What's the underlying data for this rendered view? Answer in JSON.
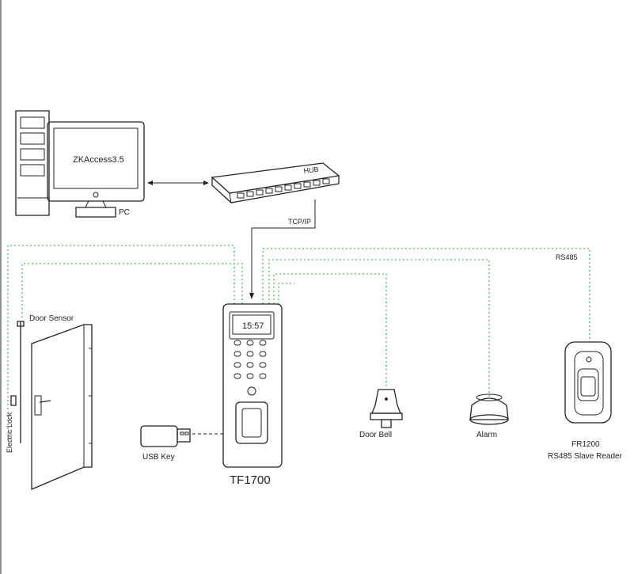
{
  "labels": {
    "pc_screen": "ZKAccess3.5",
    "pc": "PC",
    "hub": "HUB",
    "tcpip": "TCP/IP",
    "rs485": "RS485",
    "door_sensor": "Door Sensor",
    "electric_lock": "Electric Lock",
    "usb_key": "USB Key",
    "device": "TF1700",
    "device_time": "15:57",
    "door_bell": "Door Bell",
    "alarm": "Alarm",
    "reader_model": "FR1200",
    "reader_desc": "RS485 Slave Reader"
  },
  "colors": {
    "line": "#222222",
    "wire": "#5cb85c"
  }
}
